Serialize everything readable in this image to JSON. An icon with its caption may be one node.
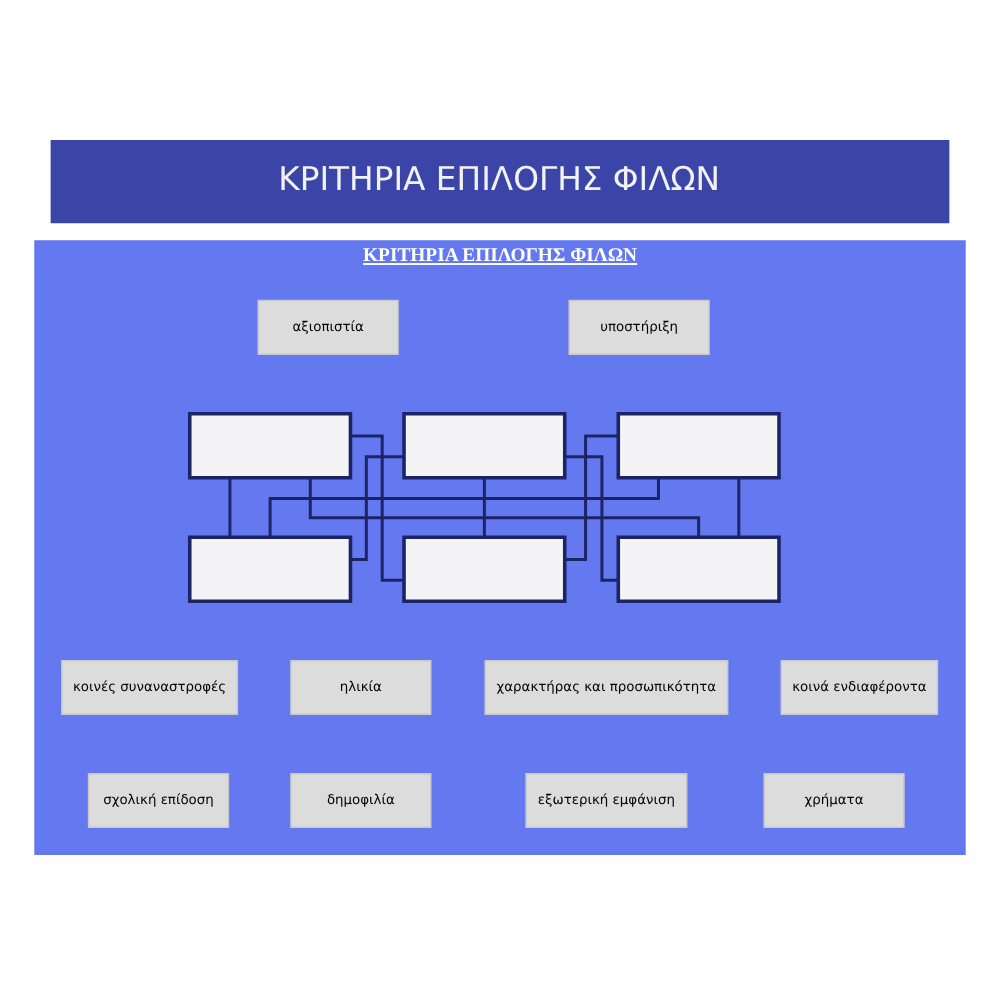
{
  "diagram": {
    "title": "ΚΡΙΤΗΡΙΑ ΕΠΙΛΟΓΗΣ ΦΙΛΩΝ",
    "nodes": [
      {
        "text": [
          "ΚΡΙΤΗΡΙΑ ΕΠΙΛΟΓΗΣ ΦΙΛΩΝ"
        ]
      },
      {
        "text": [
          "αξιοπιστία"
        ],
        "in": 0
      },
      {
        "text": [
          "υποστήριξη"
        ],
        "in": 0
      },
      {
        "text": [],
        "shape": "box",
        "in": 0
      },
      {
        "text": [],
        "shape": "box",
        "in": 0
      },
      {
        "text": [],
        "shape": "box",
        "in": 0
      },
      {
        "text": [],
        "shape": "box",
        "in": 0
      },
      {
        "text": [],
        "shape": "box",
        "in": 0
      },
      {
        "text": [],
        "shape": "box",
        "in": 0
      },
      {
        "text": [
          "κοινές συναναστροφές"
        ],
        "in": 0
      },
      {
        "text": [
          "ηλικία"
        ],
        "in": 0
      },
      {
        "text": [
          "χαρακτήρας και προσωπικότητα"
        ],
        "in": 0
      },
      {
        "text": [
          "κοινά ενδιαφέροντα"
        ],
        "in": 0
      },
      {
        "text": [
          "σχολική επίδοση"
        ],
        "in": 0
      },
      {
        "text": [
          "δημοφιλία"
        ],
        "in": 0
      },
      {
        "text": [
          "εξωτερική εμφάνιση"
        ],
        "in": 0
      },
      {
        "text": [
          "χρήματα"
        ],
        "in": 0
      }
    ],
    "edges": [
      {
        "from": 3,
        "to": 6,
        "arrow": "none"
      },
      {
        "from": 3,
        "to": 7,
        "arrow": "none"
      },
      {
        "from": 3,
        "to": 8,
        "arrow": "none"
      },
      {
        "from": 4,
        "to": 6,
        "arrow": "none"
      },
      {
        "from": 4,
        "to": 7,
        "arrow": "none"
      },
      {
        "from": 4,
        "to": 8,
        "arrow": "none"
      },
      {
        "from": 5,
        "to": 6,
        "arrow": "none"
      },
      {
        "from": 5,
        "to": 7,
        "arrow": "none"
      },
      {
        "from": 5,
        "to": 8,
        "arrow": "none"
      }
    ]
  }
}
